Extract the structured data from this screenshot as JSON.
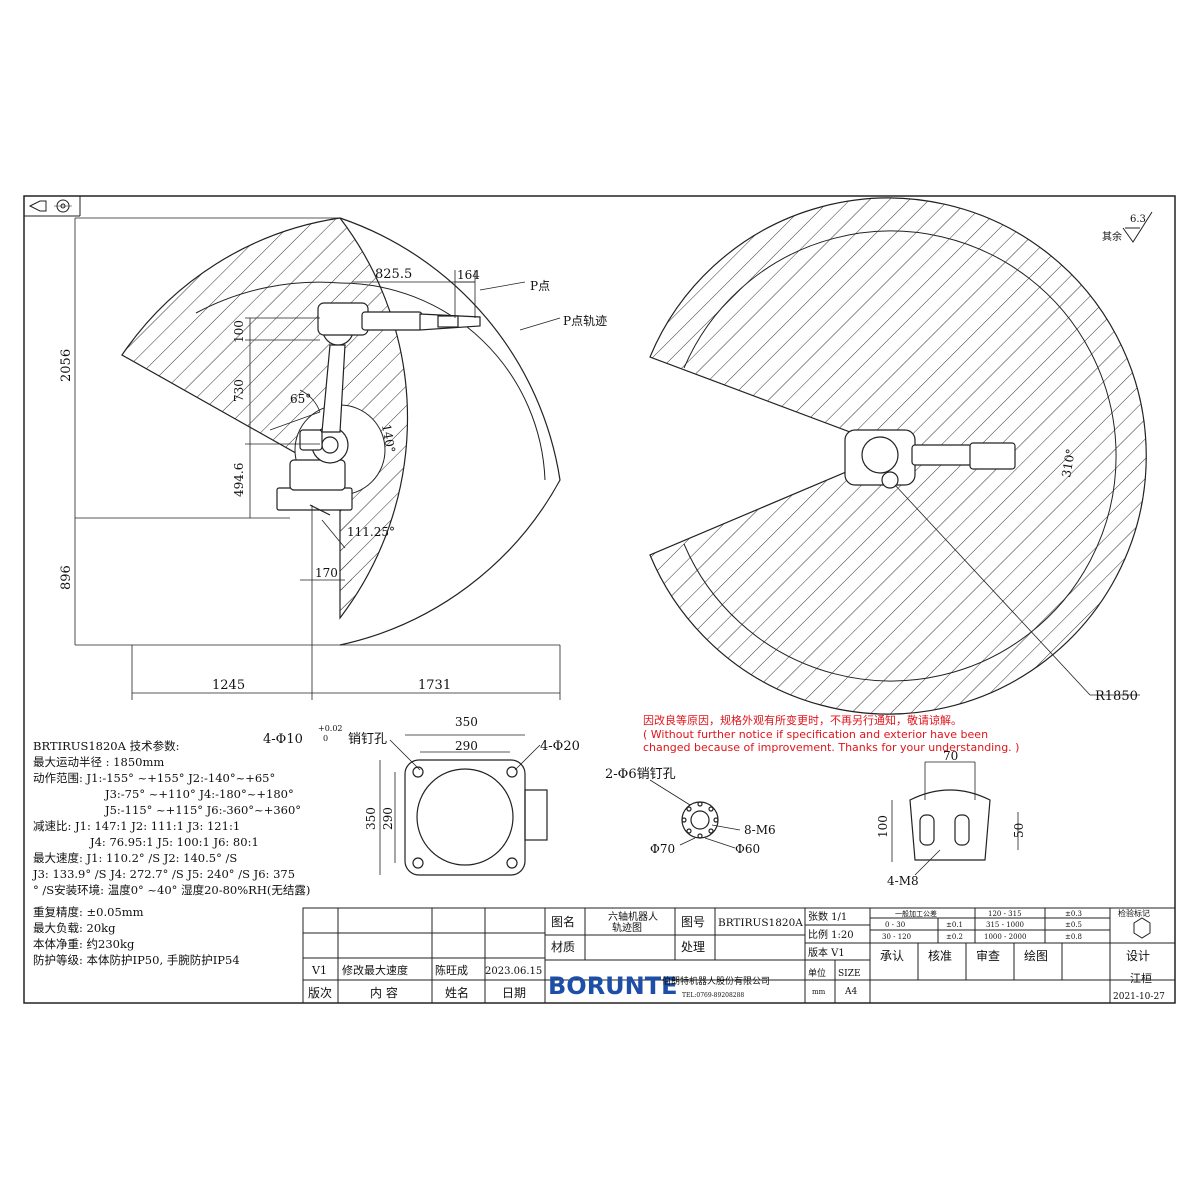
{
  "drawing": {
    "dims": {
      "d825": "825.5",
      "d164": "164",
      "d100a": "100",
      "d2056": "2056",
      "d730": "730",
      "d4946": "494.6",
      "d896": "896",
      "d170": "170",
      "d1245": "1245",
      "d1731": "1731",
      "a65": "65°",
      "a140": "140°",
      "a111": "111.25°",
      "a310": "310°",
      "r1850": "R1850"
    },
    "labels": {
      "p_point": "P点",
      "p_track": "P点轨迹"
    },
    "roughness": {
      "prefix": "其余",
      "value": "6.3"
    }
  },
  "specs": [
    "BRTIRUS1820A 技术参数:",
    "最大运动半径 : 1850mm",
    "动作范围: J1:-155° ~+155°  J2:-140°~+65°",
    "J3:-75° ~+110°   J4:-180°~+180°",
    "J5:-115° ~+115°  J6:-360°~+360°",
    "减速比: J1: 147:1 J2: 111:1 J3: 121:1",
    "J4: 76.95:1 J5: 100:1 J6: 80:1",
    "最大速度: J1: 110.2° /S   J2: 140.5° /S",
    "J3: 133.9° /S  J4: 272.7° /S J5: 240° /S J6: 375",
    "° /S安装环境: 温度0° ~40°  湿度20-80%RH(无结露)",
    "重复精度: ±0.05mm",
    "最大负载: 20kg",
    "本体净重: 约230kg",
    "防护等级: 本体防护IP50, 手腕防护IP54"
  ],
  "notice": {
    "cn": "因改良等原因，规格外观有所变更时，不再另行通知，敬请谅解。",
    "en1": "( Without further notice if specification and exterior have been",
    "en2": "changed because of improvement. Thanks for your understanding. )"
  },
  "base": {
    "pin": "4-Φ10",
    "tol_top": "+0.02",
    "tol_bot": "0",
    "pin_hole": "销钉孔",
    "d350": "350",
    "d290": "290",
    "hole20": "4-Φ20",
    "v350": "350",
    "v290": "290"
  },
  "flange": {
    "pin": "2-Φ6销钉孔",
    "m6": "8-M6",
    "d70": "Φ70",
    "d60": "Φ60"
  },
  "mount": {
    "d70": "70",
    "d100": "100",
    "d50": "50",
    "m8": "4-M8"
  },
  "title_block": {
    "drawing_name_label": "图名",
    "drawing_name_1": "六轴机器人",
    "drawing_name_2": "轨迹图",
    "drawing_no_label": "图号",
    "drawing_no": "BRTIRUS1820A",
    "sheet": "张数  1/1",
    "scale": "比例  1:20",
    "version": "版本   V1",
    "material_label": "材质",
    "process_label": "处理",
    "unit_label": "单位",
    "unit_value": "mm",
    "size_label": "SIZE",
    "size_value": "A4",
    "company": "伯朗特机器人股份有限公司",
    "tel": "TEL:0769-89208288",
    "logo": "BORUNTE",
    "tol_title": "一般加工公差",
    "tol": [
      [
        "0 - 30",
        "±0.1",
        "315 - 1000",
        "±0.5"
      ],
      [
        "30 - 120",
        "±0.2",
        "1000 - 2000",
        "±0.8"
      ]
    ],
    "tol_top": [
      "120 - 315",
      "±0.3"
    ],
    "check_mark": "检验标记",
    "approve": [
      "承认",
      "核准",
      "审查",
      "绘图",
      "设计"
    ],
    "designer": "江桓",
    "design_date": "2021-10-27",
    "rev": {
      "ver": "V1",
      "content": "修改最大速度",
      "name": "陈旺成",
      "date": "2023.06.15"
    },
    "rev_head": {
      "ver": "版次",
      "content": "内  容",
      "name": "姓名",
      "date": "日期"
    }
  }
}
